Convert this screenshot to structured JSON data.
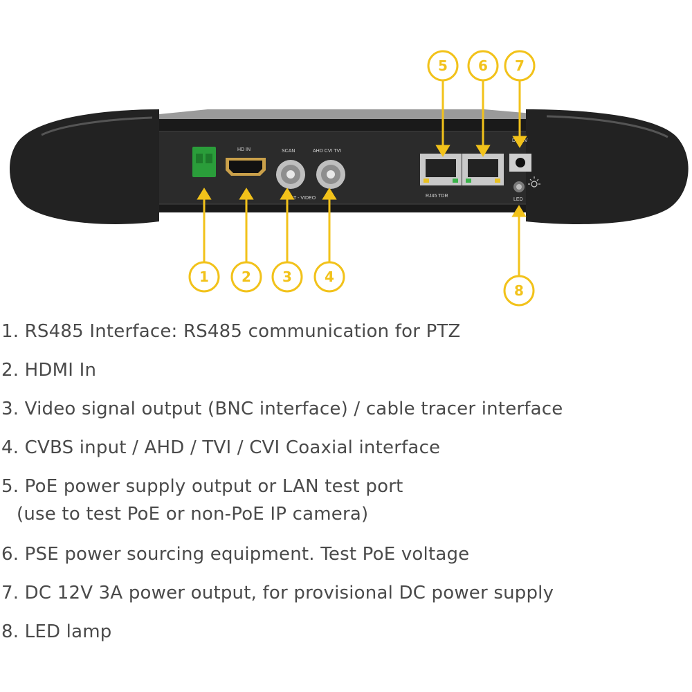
{
  "colors": {
    "callout": "#f2c21a",
    "device_body": "#1b1b1b",
    "bumper": "#222222",
    "port_green": "#2a9d3a",
    "text": "#4a4a4a"
  },
  "panel_labels": {
    "hd_in": "HD IN",
    "scan": "SCAN",
    "ahd_cvi_tvi": "AHD  CVI  TVI",
    "video": "T - VIDEO",
    "rj45_tdr": "RJ45 TDR",
    "dc12v": "DC12V",
    "led": "LED"
  },
  "callouts": [
    "1",
    "2",
    "3",
    "4",
    "5",
    "6",
    "7",
    "8"
  ],
  "legend": [
    {
      "text": "1. RS485 Interface: RS485 communication for PTZ"
    },
    {
      "text": "2. HDMI In"
    },
    {
      "text": "3. Video signal output (BNC interface) / cable tracer interface"
    },
    {
      "text": "4. CVBS input / AHD / TVI / CVI Coaxial interface"
    },
    {
      "text": "5. PoE power supply output or LAN test port",
      "sub": "(use to test PoE or non-PoE IP camera)"
    },
    {
      "text": "6. PSE power sourcing equipment. Test PoE voltage"
    },
    {
      "text": "7. DC 12V 3A power output, for provisional DC power supply"
    },
    {
      "text": "8. LED lamp"
    }
  ]
}
